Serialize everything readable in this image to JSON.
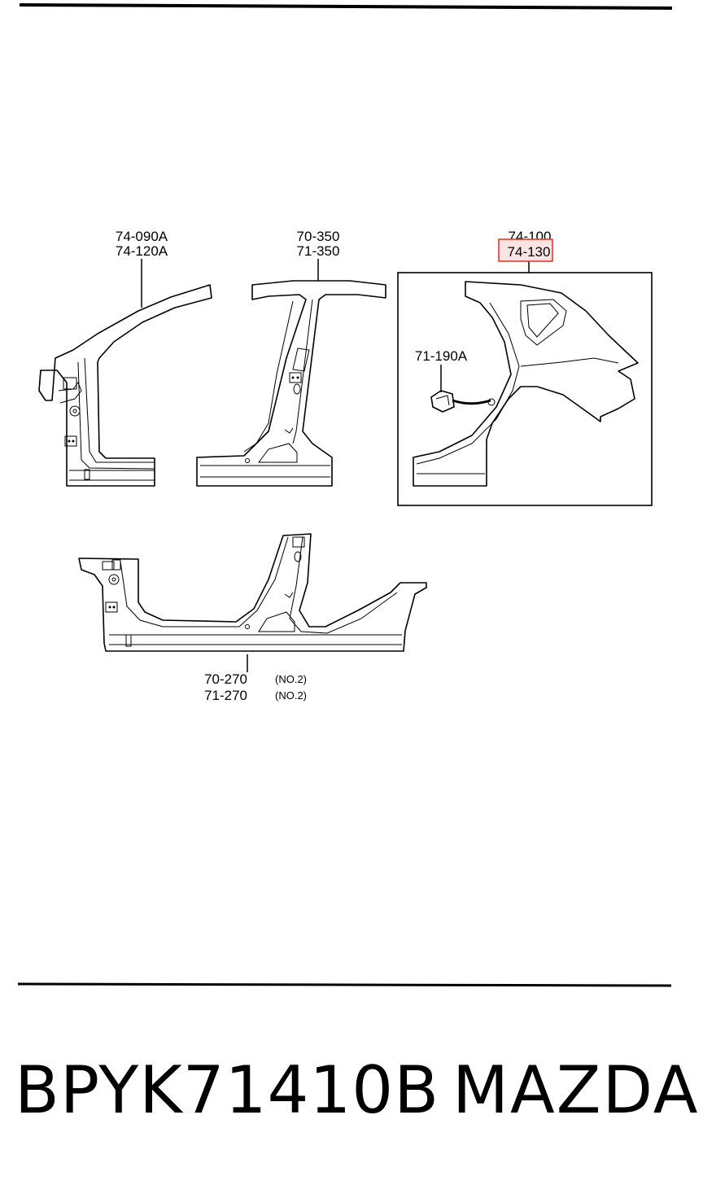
{
  "callouts": {
    "front_pillar": [
      "74-090A",
      "74-120A"
    ],
    "center_pillar": [
      "70-350",
      "71-350"
    ],
    "rear_panel": [
      "74-100",
      "74-130"
    ],
    "rear_clip": "71-190A",
    "side_sill": {
      "codes": [
        "70-270",
        "71-270"
      ],
      "note": "(NO.2)"
    }
  },
  "highlight": {
    "code": "74-130",
    "color": "#e53935",
    "fill": "#fde4e4"
  },
  "footer": {
    "part_number": "BPYK71410B",
    "brand": "MAZDA"
  }
}
